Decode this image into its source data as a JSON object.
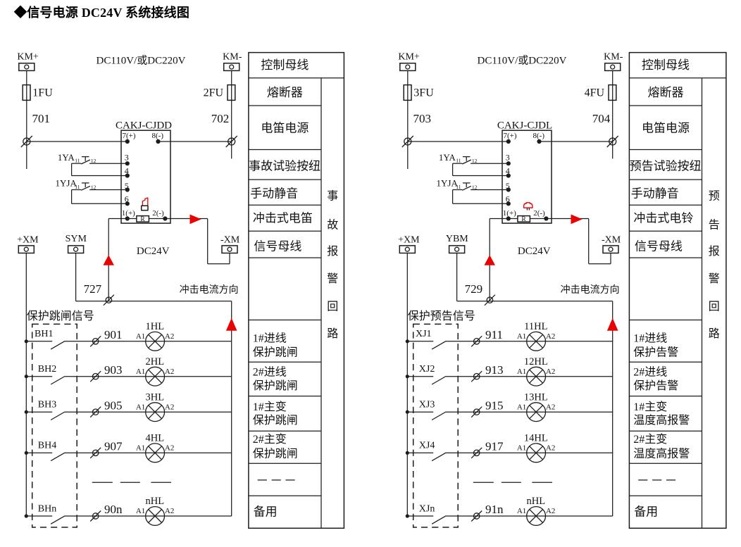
{
  "title": "◆信号电源 DC24V 系统接线图",
  "colors": {
    "line": "#1c1c1c",
    "accent_red": "#e80202",
    "background": "#ffffff",
    "text": "#111111"
  },
  "panels": [
    {
      "voltage": "DC110V/或DC220V",
      "km_plus": "KM+",
      "km_minus": "KM-",
      "fuse1": "1FU",
      "fuse2": "2FU",
      "wire1": "701",
      "wire2": "702",
      "device": "CAKJ-CJDD",
      "pins": {
        "p7": "7(+)",
        "p8": "8(-)",
        "p3": "3",
        "p4": "4",
        "p5": "5",
        "p6": "6",
        "p1": "1(+)",
        "p2": "2(-)",
        "r": "R"
      },
      "sw1": {
        "label": "1YA",
        "s1": "11",
        "s2": "12"
      },
      "sw2": {
        "label": "1YJA",
        "s1": "11",
        "s2": "12"
      },
      "sounder_icon": "horn-icon",
      "t_plus": "+XM",
      "t_mid": "SYM",
      "t_minus": "-XM",
      "dc": "DC24V",
      "wire3": "727",
      "impulse": "冲击电流方向",
      "group": "保护跳闸信号",
      "rows": [
        {
          "sw": "BH1",
          "wire": "901",
          "lamp": "1HL",
          "a1": "A1",
          "a2": "A2"
        },
        {
          "sw": "BH2",
          "wire": "903",
          "lamp": "2HL",
          "a1": "A1",
          "a2": "A2"
        },
        {
          "sw": "BH3",
          "wire": "905",
          "lamp": "3HL",
          "a1": "A1",
          "a2": "A2"
        },
        {
          "sw": "BH4",
          "wire": "907",
          "lamp": "4HL",
          "a1": "A1",
          "a2": "A2"
        },
        {
          "sw": "BHn",
          "wire": "90n",
          "lamp": "nHL",
          "a1": "A1",
          "a2": "A2"
        }
      ],
      "table": {
        "header": "控制母线",
        "cells": [
          "熔断器",
          "电笛电源",
          "事故试验按纽",
          "手动静音",
          "冲击式电笛",
          "信号母线"
        ],
        "cells2": [
          [
            "1#进线",
            "保护跳闸"
          ],
          [
            "2#进线",
            "保护跳闸"
          ],
          [
            "1#主变",
            "保护跳闸"
          ],
          [
            "2#主变",
            "保护跳闸"
          ]
        ],
        "dash_row": "— — —",
        "spare": "备用",
        "side": "事故报警回路"
      }
    },
    {
      "voltage": "DC110V/或DC220V",
      "km_plus": "KM+",
      "km_minus": "KM-",
      "fuse1": "3FU",
      "fuse2": "4FU",
      "wire1": "703",
      "wire2": "704",
      "device": "CAKJ-CJDL",
      "pins": {
        "p7": "7(+)",
        "p8": "8(-)",
        "p3": "3",
        "p4": "4",
        "p5": "5",
        "p6": "6",
        "p1": "1(+)",
        "p2": "2(-)",
        "r": "R"
      },
      "sw1": {
        "label": "1YA",
        "s1": "11",
        "s2": "12"
      },
      "sw2": {
        "label": "1YJA",
        "s1": "11",
        "s2": "12"
      },
      "sounder_icon": "bell-icon",
      "t_plus": "+XM",
      "t_mid": "YBM",
      "t_minus": "-XM",
      "dc": "DC24V",
      "wire3": "729",
      "impulse": "冲击电流方向",
      "group": "保护预告信号",
      "rows": [
        {
          "sw": "XJ1",
          "wire": "911",
          "lamp": "11HL",
          "a1": "A1",
          "a2": "A2"
        },
        {
          "sw": "XJ2",
          "wire": "913",
          "lamp": "12HL",
          "a1": "A1",
          "a2": "A2"
        },
        {
          "sw": "XJ3",
          "wire": "915",
          "lamp": "13HL",
          "a1": "A1",
          "a2": "A2"
        },
        {
          "sw": "XJ4",
          "wire": "917",
          "lamp": "14HL",
          "a1": "A1",
          "a2": "A2"
        },
        {
          "sw": "XJn",
          "wire": "91n",
          "lamp": "nHL",
          "a1": "A1",
          "a2": "A2"
        }
      ],
      "table": {
        "header": "控制母线",
        "cells": [
          "熔断器",
          "电笛电源",
          "预告试验按纽",
          "手动静音",
          "冲击式电铃",
          "信号母线"
        ],
        "cells2": [
          [
            "1#进线",
            "保护告警"
          ],
          [
            "2#进线",
            "保护告警"
          ],
          [
            "1#主变",
            "温度高报警"
          ],
          [
            "2#主变",
            "温度高报警"
          ]
        ],
        "dash_row": "— — —",
        "spare": "备用",
        "side": "预告报警回路"
      }
    }
  ]
}
